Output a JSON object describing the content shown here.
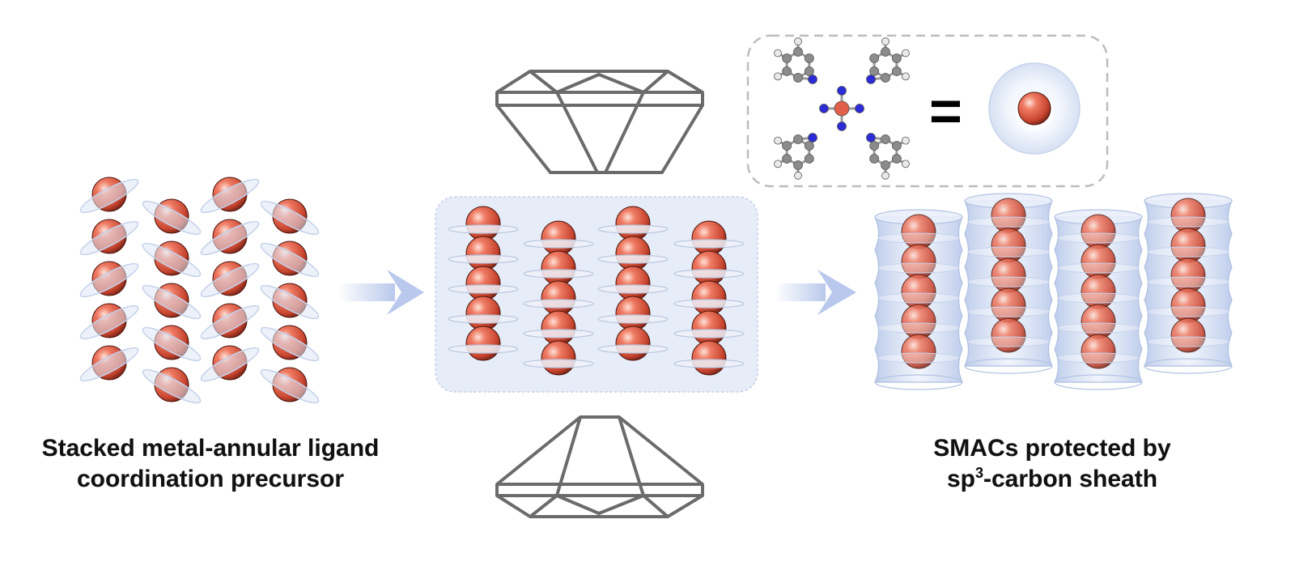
{
  "captions": {
    "left_line1": "Stacked metal-annular ligand",
    "left_line2": "coordination precursor",
    "right_line1": "SMACs protected by",
    "right_line2_prefix": "sp",
    "right_line2_sup": "3",
    "right_line2_suffix": "-carbon sheath"
  },
  "legend": {
    "equals": "="
  },
  "colors": {
    "atom": "#e0604a",
    "atom_dark": "#a8321f",
    "disc": "#c9d6ea",
    "sheath": "#b9c9ea",
    "panel": "#e8edf8",
    "arrow": "#c3d0ee",
    "anvil": "#6b6b6b",
    "carbon": "#8c8c8c",
    "nitrogen": "#2b2bd8",
    "hydrogen": "#e9e9e9"
  },
  "icons": [
    "sphere-atom-icon",
    "ligand-disc-icon",
    "diamond-anvil-icon",
    "arrow-right-icon",
    "phthalocyanine-molecule-icon"
  ]
}
